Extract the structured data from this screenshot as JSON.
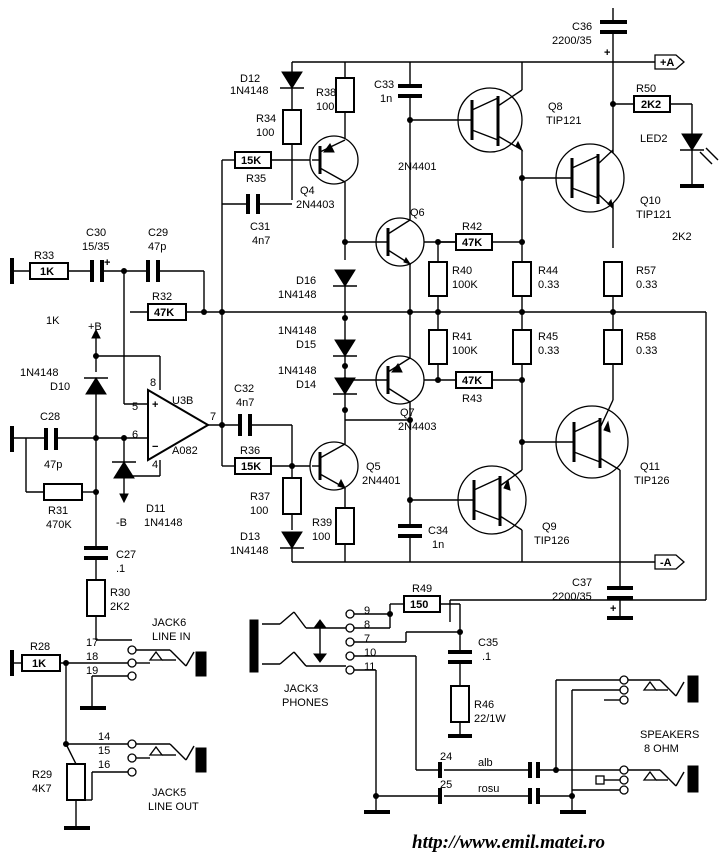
{
  "website": "http://www.emil.matei.ro",
  "supply": {
    "positive_rail": "+A",
    "negative_rail": "-A",
    "opamp_positive": "+B",
    "opamp_negative": "-B"
  },
  "opamp": {
    "ref": "U3B",
    "part": "A082",
    "pin_noninv": "5",
    "pin_inv": "6",
    "pin_out": "7",
    "pin_vpos": "8",
    "pin_vneg": "4",
    "plus": "+",
    "minus": "−"
  },
  "labels": {
    "C36": "C36",
    "C36v": "2200/35",
    "D12": "D12",
    "D12p": "1N4148",
    "R38": "R38",
    "R38v": "100",
    "C33": "C33",
    "C33v": "1n",
    "R34": "R34",
    "R34v": "100",
    "R35": "R35",
    "R35v": "15K",
    "C31": "C31",
    "C31v": "4n7",
    "Q4": "Q4",
    "Q4p": "2N4403",
    "Q6": "Q6",
    "Q6p": "2N4401",
    "Q8": "Q8",
    "Q8p": "TIP121",
    "Q10": "Q10",
    "Q10p": "TIP121",
    "R50": "R50",
    "R50v": "2K2",
    "LED2": "LED2",
    "led_note": "2K2",
    "R42": "R42",
    "R42v": "47K",
    "R40": "R40",
    "R40v": "100K",
    "R44": "R44",
    "R44v": "0.33",
    "R57": "R57",
    "R57v": "0.33",
    "R33": "R33",
    "R33v": "1K",
    "C30": "C30",
    "C30v": "15/35",
    "C29": "C29",
    "C29v": "47p",
    "R32": "R32",
    "R32v": "47K",
    "note_1k": "1K",
    "D16": "D16",
    "D16p": "1N4148",
    "D15": "D15",
    "D15p": "1N4148",
    "D14": "D14",
    "D14p": "1N4148",
    "R41": "R41",
    "R41v": "100K",
    "R45": "R45",
    "R45v": "0.33",
    "R58": "R58",
    "R58v": "0.33",
    "R43": "R43",
    "R43v": "47K",
    "Q7": "Q7",
    "Q7p": "2N4403",
    "D10": "D10",
    "D10p": "1N4148",
    "C28": "C28",
    "C28v": "47p",
    "C32": "C32",
    "C32v": "4n7",
    "R36": "R36",
    "R36v": "15K",
    "Q5": "Q5",
    "Q5p": "2N4401",
    "Q11": "Q11",
    "Q11p": "TIP126",
    "R31": "R31",
    "R31v": "470K",
    "D11": "D11",
    "D11p": "1N4148",
    "R37": "R37",
    "R37v": "100",
    "R39": "R39",
    "R39v": "100",
    "C34": "C34",
    "C34v": "1n",
    "Q9": "Q9",
    "Q9p": "TIP126",
    "D13": "D13",
    "D13p": "1N4148",
    "C27": "C27",
    "C27v": ".1",
    "C37": "C37",
    "C37v": "2200/35",
    "R30": "R30",
    "R30v": "2K2",
    "R49": "R49",
    "R49v": "150",
    "C35": "C35",
    "C35v": ".1",
    "R46": "R46",
    "R46v": "22/1W",
    "R28": "R28",
    "R28v": "1K",
    "R29": "R29",
    "R29v": "4K7"
  },
  "jacks": {
    "jack6_ref": "JACK6",
    "jack6_name": "LINE IN",
    "jack5_ref": "JACK5",
    "jack5_name": "LINE OUT",
    "jack3_ref": "JACK3",
    "jack3_name": "PHONES",
    "speakers_name": "SPEAKERS",
    "speakers_impedance": "8 OHM"
  },
  "pins": {
    "p17": "17",
    "p18": "18",
    "p19": "19",
    "p14": "14",
    "p15": "15",
    "p16": "16",
    "p9": "9",
    "p8": "8",
    "p7": "7",
    "p10": "10",
    "p11": "11",
    "p24": "24",
    "p25": "25"
  },
  "wires": {
    "w24": "alb",
    "w25": "rosu"
  },
  "marks": {
    "plus": "+"
  }
}
